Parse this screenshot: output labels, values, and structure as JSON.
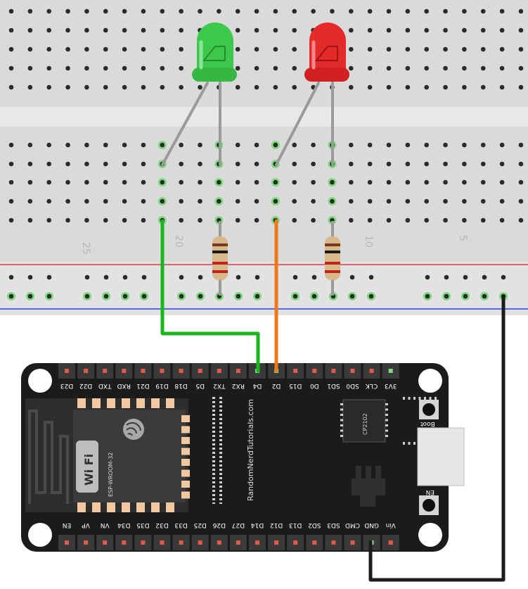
{
  "breadboard": {
    "column_numbers": [
      "25",
      "20",
      "10",
      "5"
    ]
  },
  "leds": [
    {
      "name": "green-led",
      "color": "#3cc84a"
    },
    {
      "name": "red-led",
      "color": "#e52a2a"
    }
  ],
  "wires": {
    "green": "#1db51d",
    "orange": "#f07818",
    "black": "#1c1c1c"
  },
  "board": {
    "top_pins": [
      "D23",
      "D22",
      "TXD",
      "RXD",
      "D21",
      "D19",
      "D18",
      "D5",
      "TX2",
      "RX2",
      "D4",
      "D2",
      "D15",
      "D0",
      "SD1",
      "SD0",
      "CLK",
      "3V3"
    ],
    "bottom_pins": [
      "EN",
      "VP",
      "VN",
      "D34",
      "D35",
      "D32",
      "D33",
      "D25",
      "D26",
      "D27",
      "D14",
      "D12",
      "D13",
      "SD2",
      "SD3",
      "CMD",
      "GND",
      "Vin"
    ],
    "module_label": "ESP-WROOM-32",
    "wifi_label": "Wi Fi",
    "chip_label": "CP2102",
    "vertical_text": "RandomNerdTutorials.com",
    "boot_label": "Boot",
    "en_label": "EN"
  }
}
